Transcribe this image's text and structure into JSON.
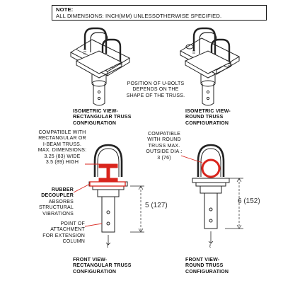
{
  "note": {
    "heading": "NOTE:",
    "text": "ALL DIMENSIONS: INCH(MM) UNLESSOTHERWISE SPECIFIED."
  },
  "isometric": {
    "left_caption": [
      "ISOMETRIC VIEW-",
      "RECTANGULAR TRUSS",
      "CONFIGURATION"
    ],
    "right_caption": [
      "ISOMETRIC VIEW-",
      "ROUND TRUSS",
      "CONFIGURATION"
    ],
    "ubolt_note": [
      "POSITION OF U-BOLTS",
      "DEPENDS ON THE",
      "SHAPE OF THE TRUSS."
    ]
  },
  "front_left": {
    "compat_note": [
      "COMPATIBLE WITH",
      "RECTANGULAR OR",
      "I-BEAM TRUSS.",
      "MAX. DIMENSIONS:",
      "3.25 (83) WIDE",
      "3.5 (89) HIGH"
    ],
    "rubber_title": [
      "RUBBER",
      "DECOUPLER"
    ],
    "rubber_desc": [
      "ABSORBS",
      "STRUCTURAL",
      "VIBRATIONS"
    ],
    "attach_note": [
      "POINT OF",
      "ATTACHMENT",
      "FOR EXTENSION",
      "COLUMN"
    ],
    "dimension": "5 (127)",
    "caption": [
      "FRONT VIEW-",
      "RECTANGULAR TRUSS",
      "CONFIGURATION"
    ]
  },
  "front_right": {
    "compat_note": [
      "COMPATIBLE",
      "WITH ROUND",
      "TRUSS MAX.",
      "OUTSIDE DIA.:",
      "3 (76)"
    ],
    "dimension": "6 (152)",
    "caption": [
      "FRONT VIEW-",
      "ROUND TRUSS",
      "CONFIGURATION"
    ]
  },
  "colors": {
    "highlight": "#d9251d",
    "line": "#222222"
  }
}
